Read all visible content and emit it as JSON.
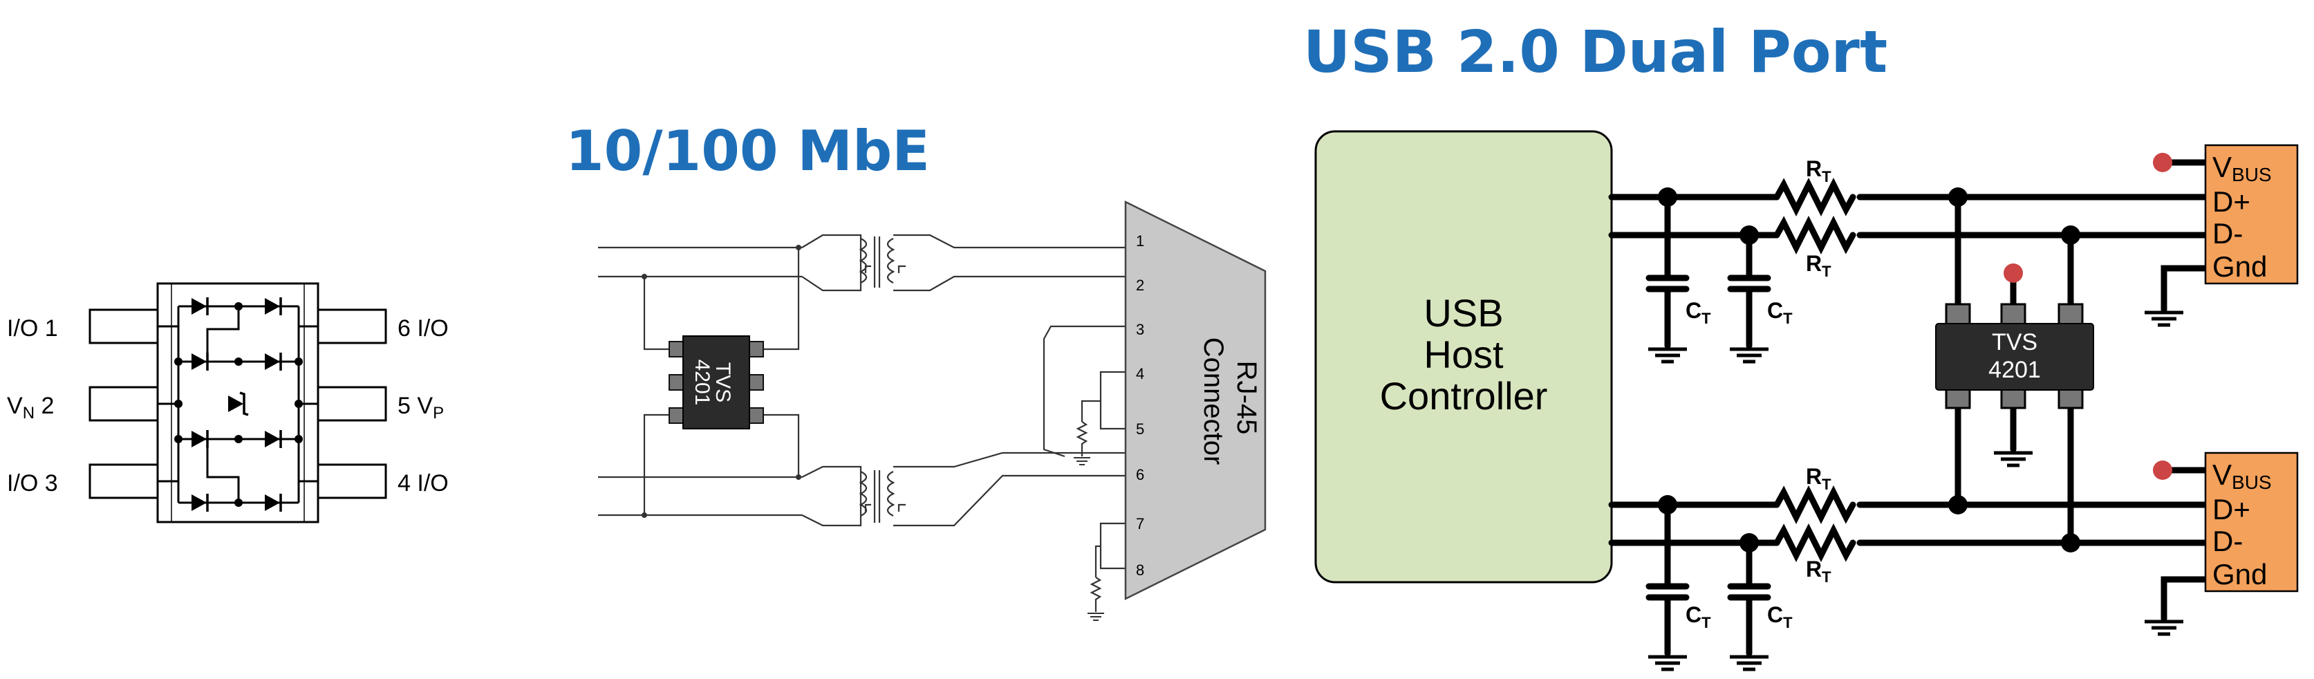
{
  "titles": {
    "ethernet": "10/100 MbE",
    "usb": "USB 2.0 Dual Port"
  },
  "ic_pinout": {
    "left_pins": [
      {
        "name": "I/O",
        "num": "1"
      },
      {
        "name": "V",
        "sub": "N",
        "num": "2"
      },
      {
        "name": "I/O",
        "num": "3"
      }
    ],
    "right_pins": [
      {
        "num": "6",
        "name": "I/O"
      },
      {
        "num": "5",
        "name": "V",
        "sub": "P"
      },
      {
        "num": "4",
        "name": "I/O"
      }
    ]
  },
  "ethernet": {
    "tvs_label_line1": "TVS",
    "tvs_label_line2": "4201",
    "connector_label_line1": "RJ-45",
    "connector_label_line2": "Connector",
    "pins": [
      "1",
      "2",
      "3",
      "4",
      "5",
      "6",
      "7",
      "8"
    ]
  },
  "usb": {
    "controller_line1": "USB",
    "controller_line2": "Host",
    "controller_line3": "Controller",
    "tvs_line1": "TVS",
    "tvs_line2": "4201",
    "resistor_label": "R",
    "resistor_sub": "T",
    "capacitor_label": "C",
    "capacitor_sub": "T",
    "port_pins": [
      {
        "label": "V",
        "sub": "BUS"
      },
      {
        "label": "D+"
      },
      {
        "label": "D-"
      },
      {
        "label": "Gnd"
      }
    ],
    "colors": {
      "controller_fill": "#d7e5be",
      "port_fill": "#f4a15b",
      "tvs_fill": "#2b2b2b",
      "power_dot": "#cc4444"
    }
  }
}
